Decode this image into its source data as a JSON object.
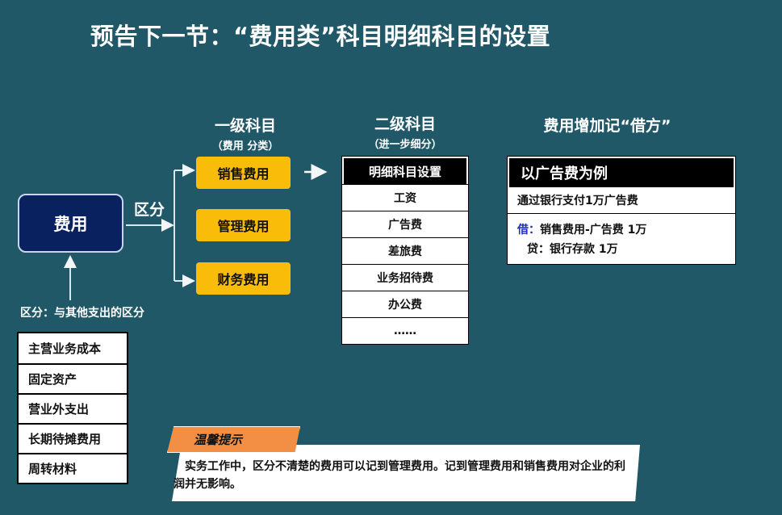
{
  "title": "预告下一节：“费用类”科目明细科目的设置",
  "colors": {
    "background": "#215868",
    "expense_box": "#0a2160",
    "level1_box": "#f9bd09",
    "tip_tag": "#f28f45",
    "debit_key": "#1c2fbf"
  },
  "root": {
    "label": "费用",
    "distinguish_label": "区分",
    "other_label": "区分：与其他支出的区分"
  },
  "level1": {
    "heading": "一级科目",
    "subheading": "（费用 分类）",
    "items": [
      "销售费用",
      "管理费用",
      "财务费用"
    ]
  },
  "level2": {
    "heading": "二级科目",
    "subheading": "（进一步细分）",
    "table_header": "明细科目设置",
    "items": [
      "工资",
      "广告费",
      "差旅费",
      "业务招待费",
      "办公费",
      "……"
    ]
  },
  "example": {
    "heading": "费用增加记“借方”",
    "box_title": "以广告费为例",
    "description": "通过银行支付1万广告费",
    "debit_key": "借：",
    "debit_value": "销售费用-广告费 1万",
    "credit": "贷：银行存款 1万"
  },
  "other_expenses": [
    "主营业务成本",
    "固定资产",
    "营业外支出",
    "长期待摊费用",
    "周转材料"
  ],
  "tip": {
    "tag": "温馨提示",
    "text": "　实务工作中，区分不清楚的费用可以记到管理费用。记到管理费用和销售费用对企业的利润并无影响。"
  }
}
